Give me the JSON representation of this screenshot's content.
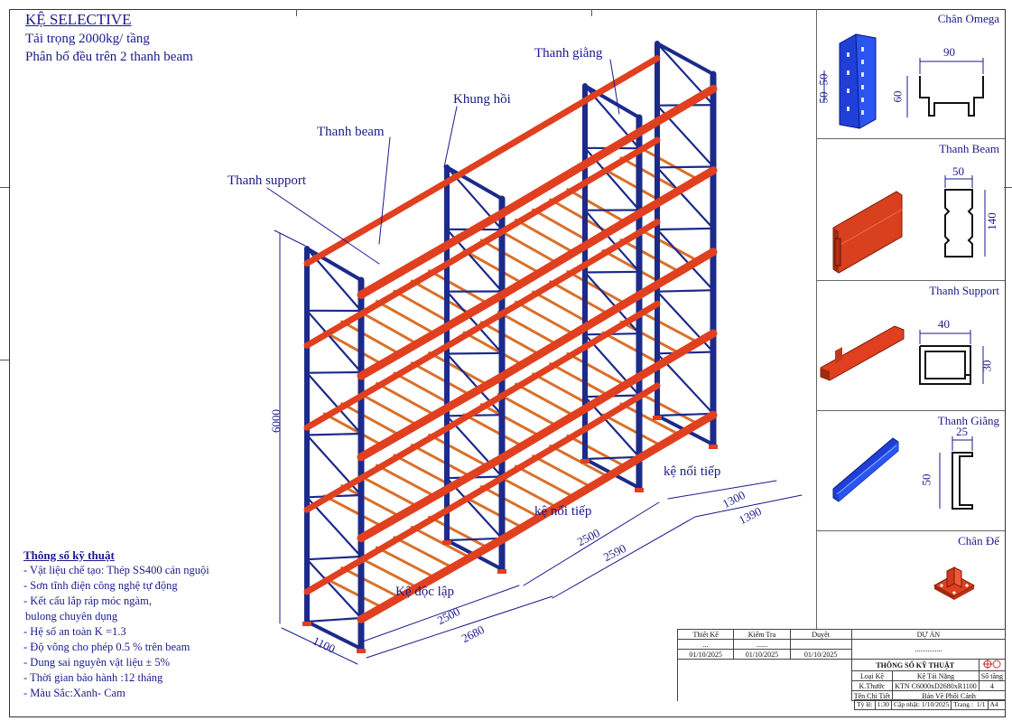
{
  "header": {
    "title": "KỆ SELECTIVE",
    "line1": "Tải trọng 2000kg/ tầng",
    "line2": "Phân bố đều trên 2 thanh beam"
  },
  "callouts": {
    "support": "Thanh support",
    "beam": "Thanh beam",
    "khung": "Khung hồi",
    "giang": "Thanh giằng",
    "doc_lap": "Kệ độc lập",
    "noi_tiep_1": "kệ nối tiếp",
    "noi_tiep_2": "kệ nối tiếp"
  },
  "dimensions": {
    "height": "6000",
    "depth": "1100",
    "bay1_inner": "2500",
    "bay1_outer": "2680",
    "bay2_inner": "2500",
    "bay2_outer": "2590",
    "bay3_inner": "1300",
    "bay3_outer": "1390"
  },
  "specs": {
    "title": "Thông số kỹ thuật",
    "items": [
      "- Vật liệu chế tạo: Thép SS400 cán nguội",
      "- Sơn tĩnh điện công nghệ tự động",
      "- Kết cấu lắp ráp móc ngàm,",
      "bulong chuyên dụng",
      "- Hệ số an toàn K =1.3",
      "- Độ võng cho phép 0.5 % trên beam",
      "- Dung sai nguyên vật liệu ± 5%",
      "- Thời gian bảo hành :12 tháng",
      "- Màu Sắc:Xanh- Cam"
    ]
  },
  "panels": {
    "omega": {
      "label": "Chân Omega",
      "w": "90",
      "h": "60",
      "a": "50",
      "b": "50"
    },
    "beam": {
      "label": "Thanh Beam",
      "w": "50",
      "h": "140"
    },
    "support": {
      "label": "Thanh Support",
      "w": "40",
      "h": "30"
    },
    "giang": {
      "label": "Thanh Giằng",
      "w": "25",
      "h": "50"
    },
    "de": {
      "label": "Chân Đế"
    }
  },
  "titleblock": {
    "thiet_ke": "Thiết Kế",
    "kiem_tra": "Kiểm Tra",
    "duyet": "Duyệt",
    "du_an": "DỰ ÁN",
    "dots1": "...",
    "dots2": "......",
    "dots3": "...............",
    "date1": "01/10/2025",
    "date2": "01/10/2025",
    "date3": "01/10/2025",
    "thong_so": "THÔNG SỐ KỸ THUẬT",
    "loai_ke_l": "Loại Kệ",
    "loai_ke_v": "Kệ Tải Nặng",
    "so_tang_l": "Số tầng",
    "so_tang_v": "4",
    "kthuoc_l": "K.Thước",
    "kthuoc_v": "KTN C6000xD2680xR1100",
    "ten_ct_l": "Tên Chi Tiết",
    "ten_ct_v": "Bản Vẽ Phối Cảnh",
    "ty_le": "Tỷ lệ:",
    "ty_le_v": "1:30",
    "cap_nhat": "Cập nhật: 1/10/2025",
    "trang": "Trang :",
    "trang_v": "1/1",
    "kho": "A4"
  },
  "colors": {
    "frame": "#1c2a8a",
    "beam": "#e0401f",
    "support": "#d9702a",
    "ink": "#1a1a8c"
  }
}
